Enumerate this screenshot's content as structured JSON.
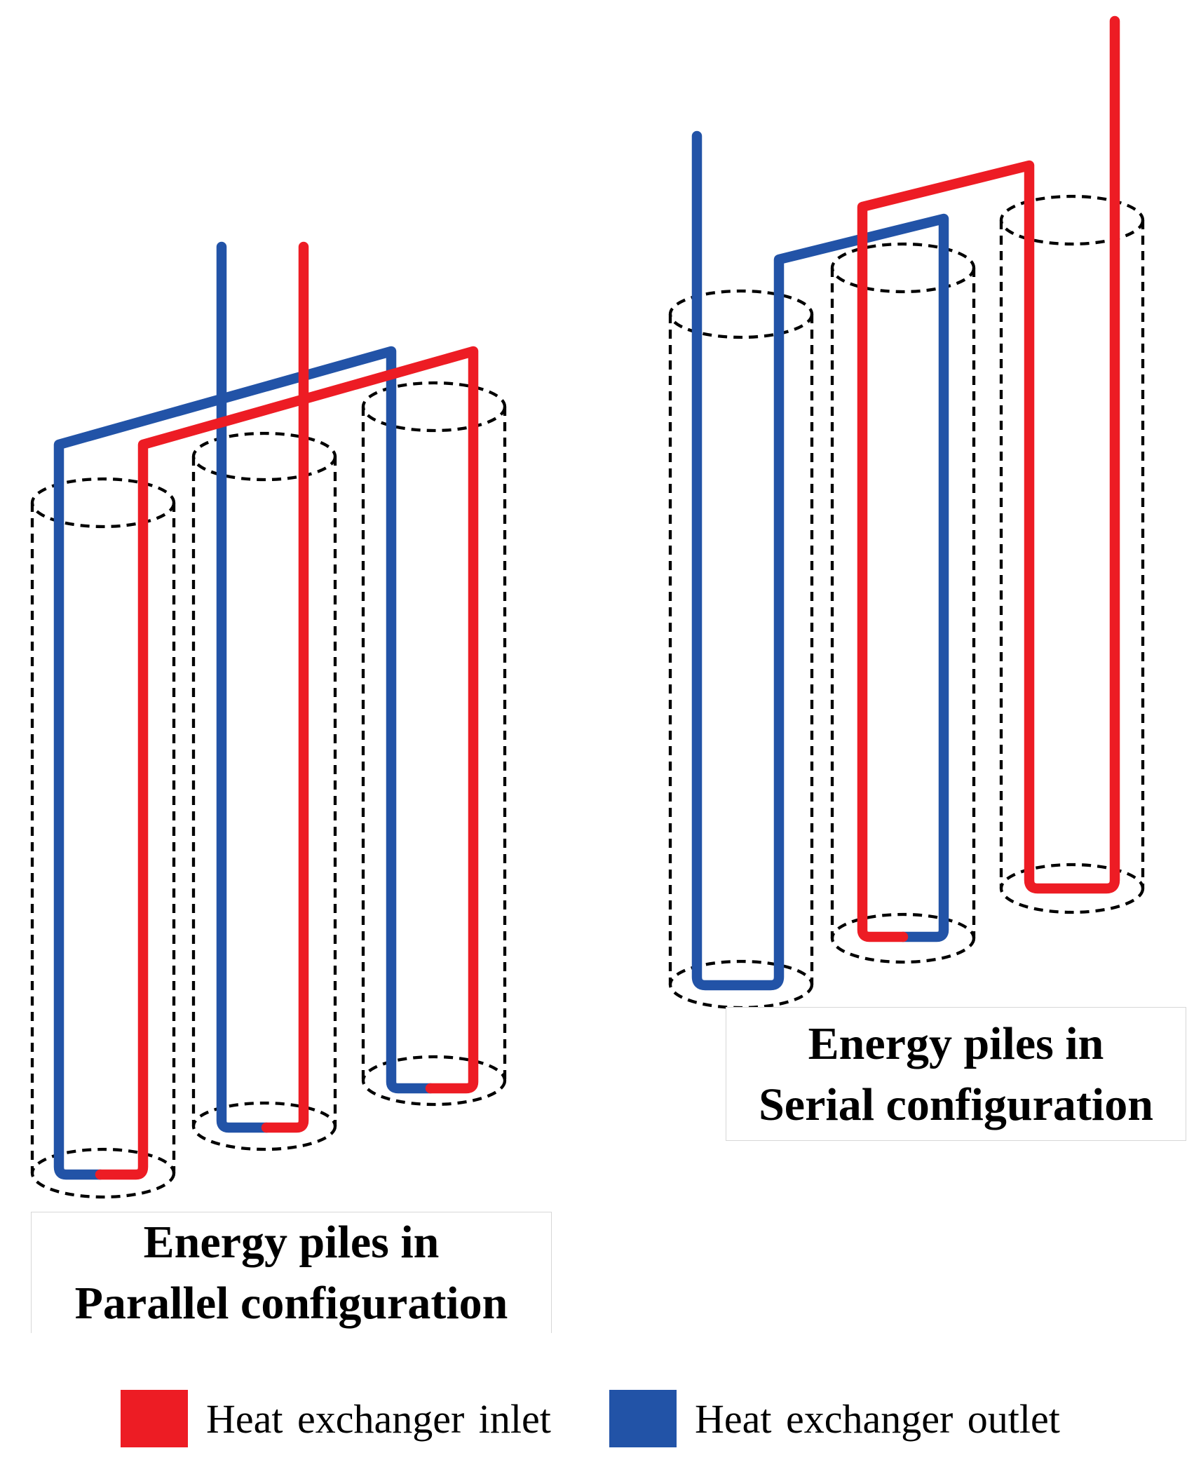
{
  "colors": {
    "inlet": "#ed1c24",
    "outlet": "#2253a7",
    "pile_outline": "#000000"
  },
  "captions": {
    "parallel_line1": "Energy piles in",
    "parallel_line2": "Parallel configuration",
    "serial_line1": "Energy piles in",
    "serial_line2": "Serial configuration"
  },
  "legend": {
    "inlet_label": "Heat exchanger inlet",
    "outlet_label": "Heat exchanger outlet"
  }
}
